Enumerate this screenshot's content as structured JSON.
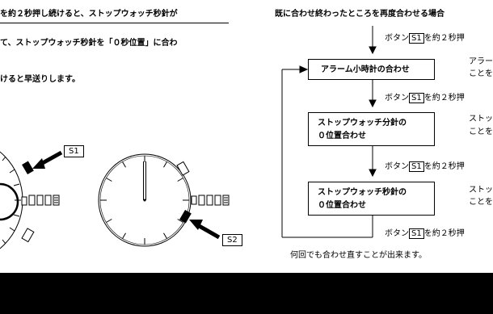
{
  "left": {
    "line1": "を約２秒押し続けると、ストップウォッチ秒針が",
    "line2": "て、ストップウォッチ秒針を「０秒位置」に合わ",
    "line3": "けると早送りします。",
    "label_s1": "S1",
    "label_s2": "S2"
  },
  "right": {
    "intro": "既に合わせ終わったところを再度合わせる場合",
    "step0_prefix": "ボタン",
    "step0_btn": "S1",
    "step0_suffix": "を約２秒押",
    "box1": "アラーム小時計の合わせ",
    "box1_side_1": "アラー",
    "box1_side_2": "ことを",
    "step1_prefix": "ボタン",
    "step1_btn": "S1",
    "step1_suffix": "を約２秒押",
    "box2_line1": "ストップウォッチ分針の",
    "box2_line2": "０位置合わせ",
    "box2_side_1": "ストッ",
    "box2_side_2": "ことを",
    "step2_prefix": "ボタン",
    "step2_btn": "S1",
    "step2_suffix": "を約２秒押",
    "box3_line1": "ストップウォッチ秒針の",
    "box3_line2": "０位置合わせ",
    "box3_side_1": "ストッ",
    "box3_side_2": "ことを",
    "step3_prefix": "ボタン",
    "step3_btn": "S1",
    "step3_suffix": "を約２秒押",
    "footer": "何回でも合わせ直すことが出来ます。"
  }
}
